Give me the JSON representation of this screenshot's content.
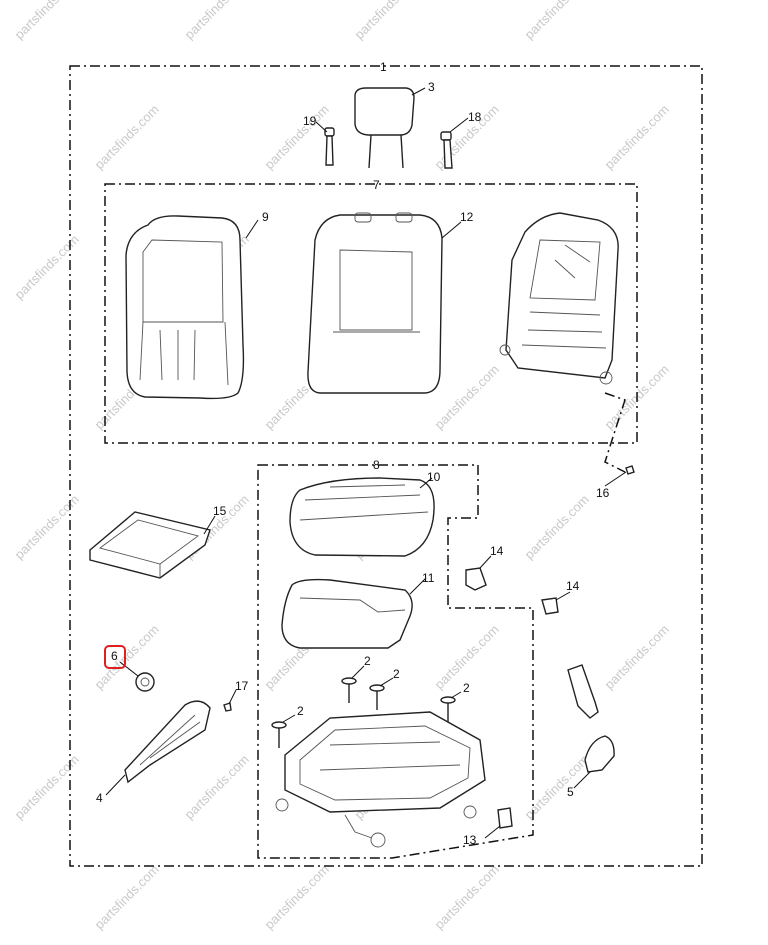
{
  "watermark": "partsfinds.com",
  "highlight_color": "#e02020",
  "callouts": {
    "c1": "1",
    "c2a": "2",
    "c2b": "2",
    "c2c": "2",
    "c2d": "2",
    "c3": "3",
    "c4": "4",
    "c5": "5",
    "c6": "6",
    "c7": "7",
    "c8": "8",
    "c9": "9",
    "c10": "10",
    "c11": "11",
    "c12": "12",
    "c13": "13",
    "c14a": "14",
    "c14b": "14",
    "c15": "15",
    "c16": "16",
    "c17": "17",
    "c18": "18",
    "c19": "19"
  }
}
